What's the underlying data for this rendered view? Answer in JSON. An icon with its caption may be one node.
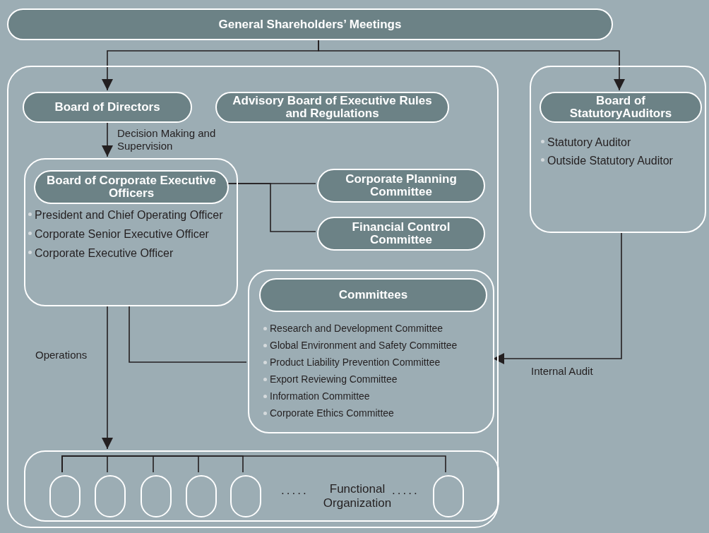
{
  "diagram": {
    "nodes": [
      {
        "text": [
          "General Shareholders’ Meetings"
        ]
      },
      {
        "text": [],
        "shape": "box"
      },
      {
        "text": [
          "Board of Directors"
        ],
        "in": 1
      },
      {
        "text": [
          "Advisory Board of Executive Rules and Regulations"
        ],
        "in": 1
      },
      {
        "text": [
          "President and Chief Operating Officer",
          "Corporate Senior Executive Officer",
          "Corporate Executive Officer"
        ],
        "in": 1
      },
      {
        "text": [
          "Board of Corporate Executive Officers"
        ],
        "in": 4
      },
      {
        "text": [
          "Corporate Planning Committee"
        ],
        "in": 1
      },
      {
        "text": [
          "Financial Control Committee"
        ],
        "in": 1
      },
      {
        "text": [
          "Research and Development Committee",
          "Global Environment and Safety Committee",
          "Product Liability Prevention Committee",
          "Export Reviewing Committee",
          "Information Committee",
          "Corporate Ethics Committee"
        ],
        "in": 1
      },
      {
        "text": [
          "Committees"
        ],
        "in": 8
      },
      {
        "text": [
          "Functional Organization"
        ],
        "in": 1
      },
      {
        "text": [],
        "shape": "oval",
        "in": 10
      },
      {
        "text": [],
        "shape": "oval",
        "in": 10
      },
      {
        "text": [],
        "shape": "oval",
        "in": 10
      },
      {
        "text": [],
        "shape": "oval",
        "in": 10
      },
      {
        "text": [],
        "shape": "oval",
        "in": 10
      },
      {
        "text": [],
        "shape": "oval",
        "in": 10
      },
      {
        "text": [
          "Statutory Auditor",
          "Outside Statutory Auditor"
        ]
      },
      {
        "text": [
          "Board of StatutoryAuditors"
        ],
        "in": 17
      }
    ],
    "edges": [
      {
        "from": 0,
        "to": 2,
        "arrow": "to"
      },
      {
        "from": 0,
        "to": 18,
        "arrow": "to"
      },
      {
        "from": 2,
        "to": 4,
        "arrow": "to",
        "label": "Decision Making and Supervision"
      },
      {
        "from": 5,
        "to": 6,
        "arrow": "none"
      },
      {
        "from": 5,
        "to": 7,
        "arrow": "none"
      },
      {
        "from": 4,
        "to": 8,
        "arrow": "none"
      },
      {
        "from": 4,
        "to": 10,
        "arrow": "to",
        "label": "Operations"
      },
      {
        "from": 17,
        "to": 8,
        "arrow": "to",
        "label": "Internal Audit"
      },
      {
        "from": 11,
        "to": 12,
        "arrow": "none"
      },
      {
        "from": 11,
        "to": 13,
        "arrow": "none"
      },
      {
        "from": 11,
        "to": 14,
        "arrow": "none"
      },
      {
        "from": 11,
        "to": 15,
        "arrow": "none"
      },
      {
        "from": 11,
        "to": 16,
        "arrow": "none"
      }
    ],
    "labels": [
      ".....",
      "....."
    ]
  }
}
